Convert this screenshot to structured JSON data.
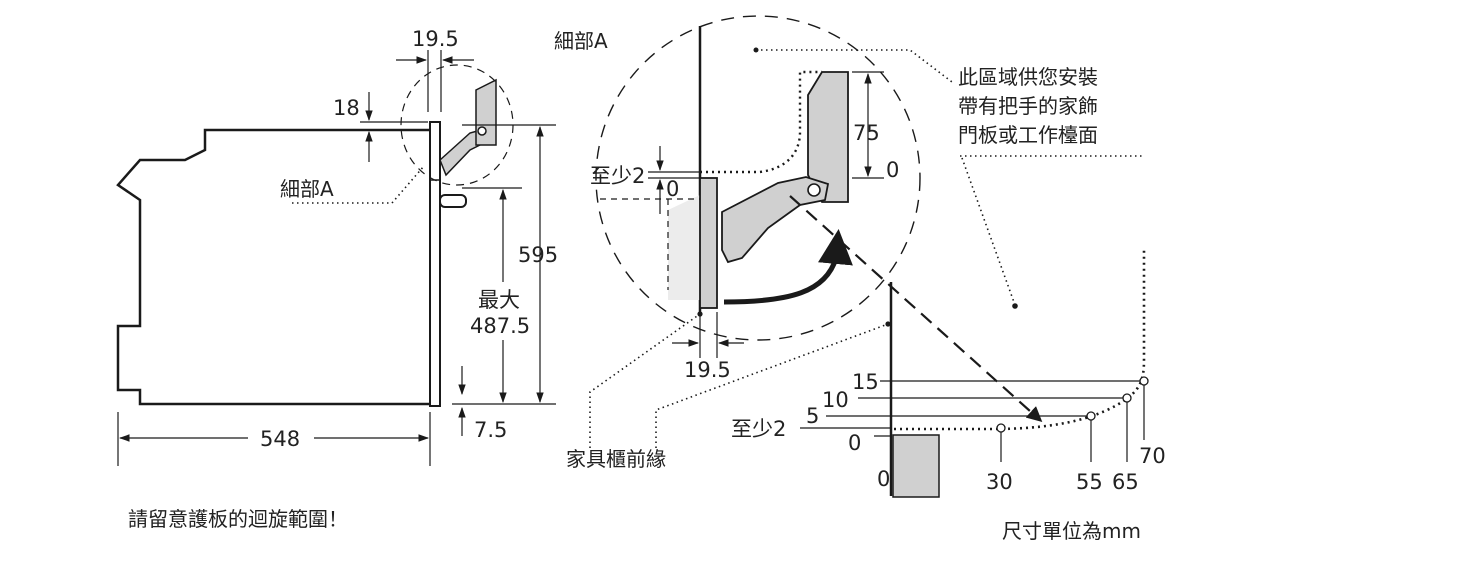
{
  "left_view": {
    "dim_top": "19.5",
    "dim_18": "18",
    "detail_label": "細部A",
    "dim_595": "595",
    "dim_max_label": "最大",
    "dim_max_value": "487.5",
    "dim_75b": "7.5",
    "dim_548": "548"
  },
  "detail_view": {
    "title": "細部A",
    "dim_75": "75",
    "dim_0_right": "0",
    "min_label": "至少2",
    "dim_0_left": "0",
    "dim_195": "19.5",
    "note_lines": [
      "此區域供您安裝",
      "帶有把手的家飾",
      "門板或工作檯面"
    ],
    "front_edge_label": "家具櫃前緣"
  },
  "graph_view": {
    "y_ticks": [
      "15",
      "10",
      "5",
      "0"
    ],
    "min_label": "至少2",
    "x_ticks": [
      "0",
      "30",
      "55",
      "65",
      "70"
    ]
  },
  "warning": "請留意護板的迴旋範圍！",
  "units": "尺寸單位為mm"
}
